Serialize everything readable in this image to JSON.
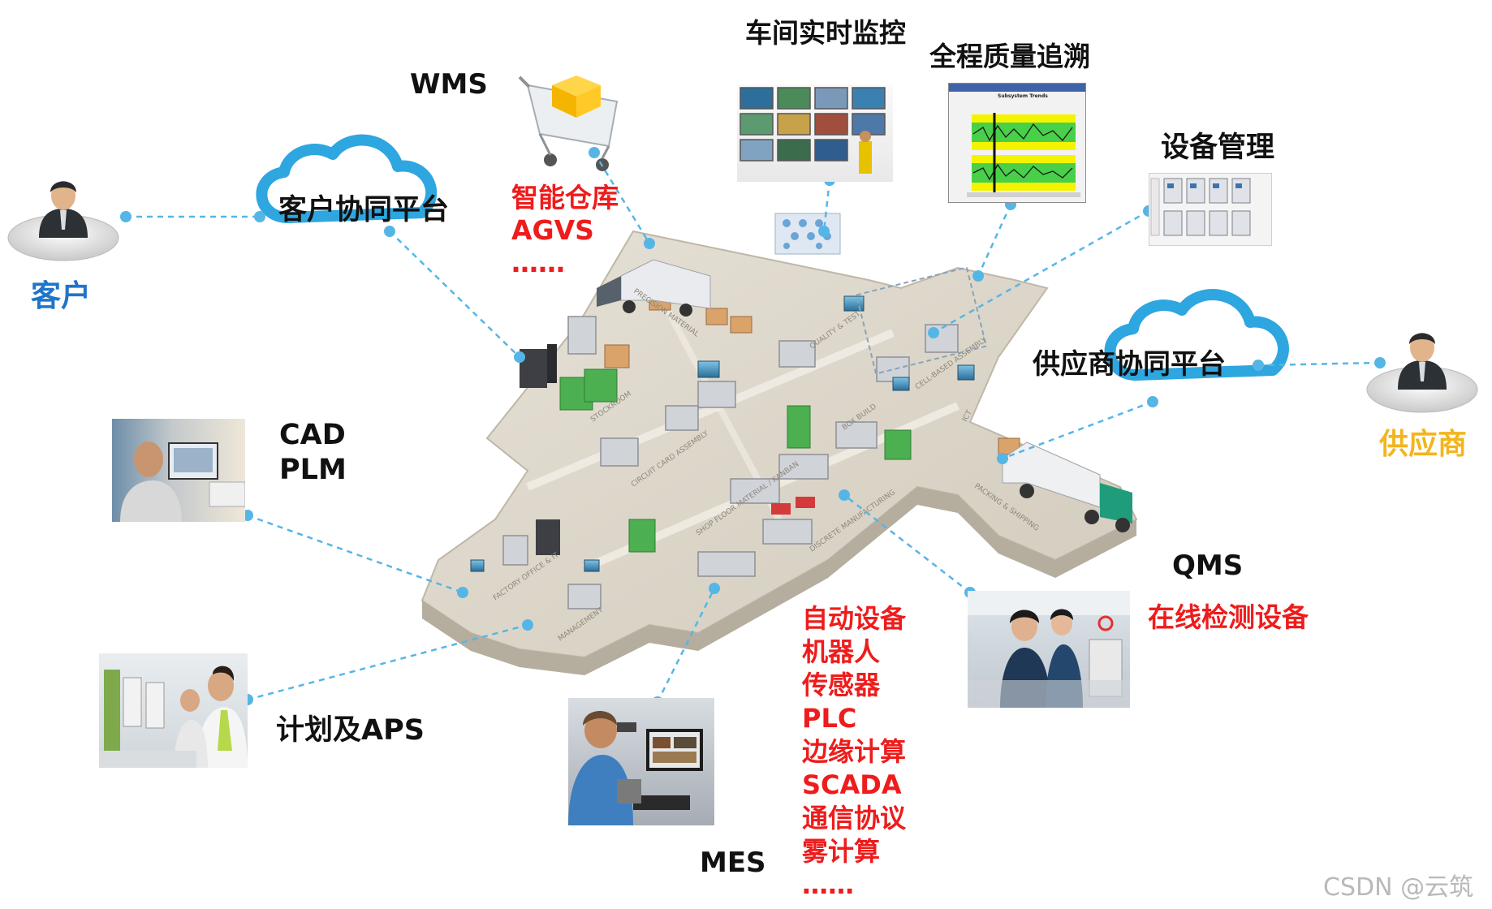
{
  "labels": {
    "customer_cloud": "客户协同平台",
    "customer": "客户",
    "wms": "WMS",
    "smart_warehouse": "智能仓库\nAGVS\n……",
    "workshop_monitor": "车间实时监控",
    "quality_trace": "全程质量追溯",
    "equipment_mgmt": "设备管理",
    "supplier_cloud": "供应商协同平台",
    "supplier": "供应商",
    "cad_plm": "CAD\nPLM",
    "planning_aps": "计划及APS",
    "qms": "QMS",
    "online_inspection": "在线检测设备",
    "mes": "MES",
    "mes_items": "自动设备\n机器人\n传感器\nPLC\n边缘计算\nSCADA\n通信协议\n雾计算\n……"
  },
  "factory_zones": [
    "PRECISION MATERIAL",
    "STOCKROOM",
    "CIRCUIT CARD ASSEMBLY",
    "QUALITY & TEST",
    "CELL-BASED ASSEMBLY",
    "BOX BUILD",
    "SHOP FLOOR MATERIAL / KANBAN",
    "DISCRETE MANUFACTURING",
    "PACKING & SHIPPING",
    "FACTORY OFFICE & IT",
    "MANAGEMENT",
    "ICT"
  ],
  "chart_panel": {
    "title": "Subsystem Trends"
  },
  "watermark": "CSDN @云筑",
  "colors": {
    "connector": "#55b6e6",
    "cloud": "#2ea6e0",
    "floor": "#d9d3c7",
    "label_red": "#ee1c1c",
    "label_blue": "#1f75c9",
    "label_gold": "#f3b51b"
  }
}
